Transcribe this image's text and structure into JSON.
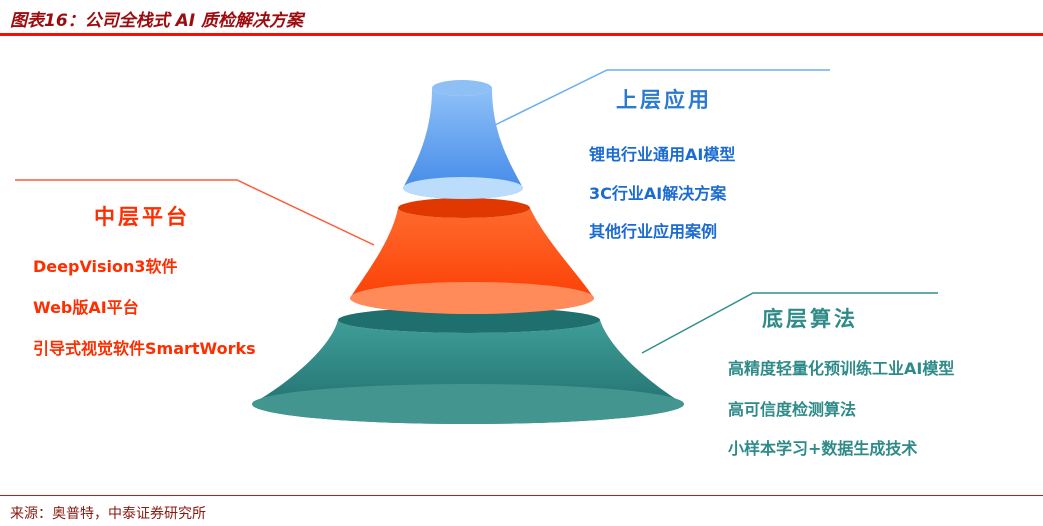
{
  "header": {
    "title": "图表16：公司全栈式 AI 质检解决方案"
  },
  "diagram": {
    "type": "funnel",
    "tiers": [
      {
        "name": "upper-applications",
        "label": "上层应用",
        "color": "#4a90e8",
        "text_color": "#2b7ad0",
        "items": [
          "锂电行业通用AI模型",
          "3C行业AI解决方案",
          "其他行业应用案例"
        ]
      },
      {
        "name": "middle-platform",
        "label": "中层平台",
        "color": "#ff4a14",
        "text_color": "#ff2e00",
        "items": [
          "DeepVision3软件",
          "Web版AI平台",
          "引导式视觉软件SmartWorks"
        ]
      },
      {
        "name": "bottom-algorithms",
        "label": "底层算法",
        "color": "#2e8b88",
        "text_color": "#2e8b88",
        "items": [
          "高精度轻量化预训练工业AI模型",
          "高可信度检测算法",
          "小样本学习+数据生成技术"
        ]
      }
    ]
  },
  "footer": {
    "source": "来源：奥普特，中泰证券研究所"
  },
  "colors": {
    "title_red": "#9e0b0f",
    "rule_red": "#ee1208"
  }
}
